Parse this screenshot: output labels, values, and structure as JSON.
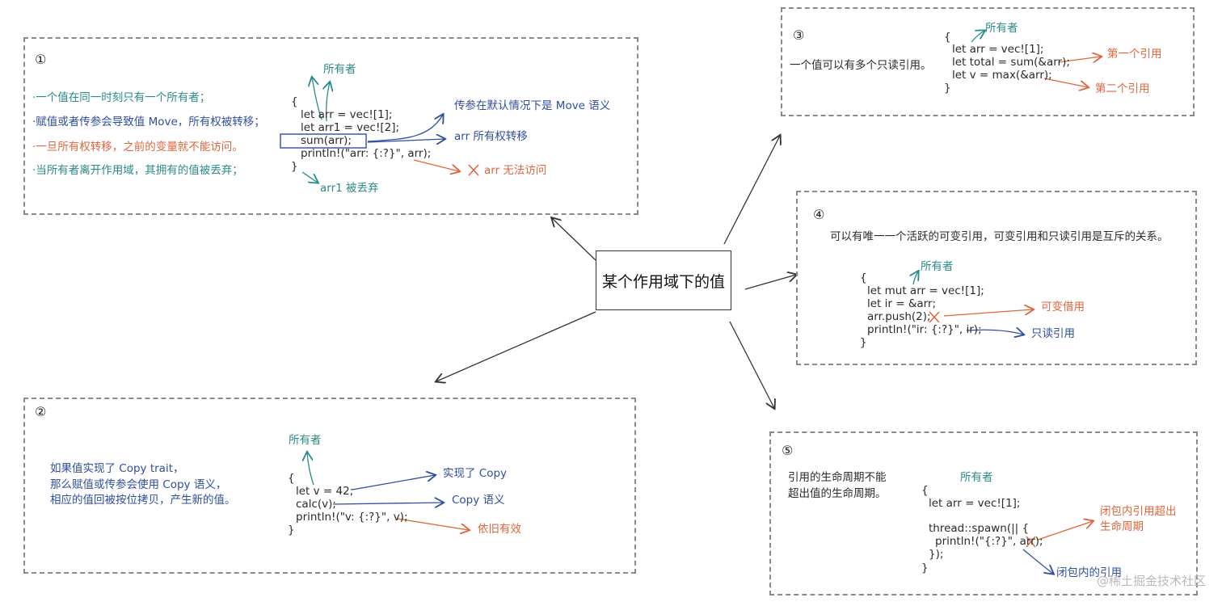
{
  "center": {
    "label": "某个作用域下的值"
  },
  "panel1": {
    "num": "①",
    "rules": [
      "·一个值在同一时刻只有一个所有者；",
      "·赋值或者传参会导致值 Move，所有权被转移；",
      "·一旦所有权转移，之前的变量就不能访问。",
      "·当所有者离开作用域，其拥有的值被丢弃；"
    ],
    "code": [
      "{",
      "let arr = vec![1];",
      "let arr1 = vec![2];",
      "sum(arr);",
      "println!(\"arr: {:?}\", arr);",
      "}"
    ],
    "owner": "所有者",
    "move_note": "传参在默认情况下是 Move 语义",
    "transfer_note": "arr 所有权转移",
    "inaccessible_note": "arr 无法访问",
    "dropped_note": "arr1 被丢弃"
  },
  "panel2": {
    "num": "②",
    "desc": [
      "如果值实现了 Copy trait，",
      "那么赋值或传参会使用 Copy 语义，",
      "相应的值回被按位拷贝，产生新的值。"
    ],
    "code": [
      "{",
      "let v = 42;",
      "calc(v);",
      "println!(\"v: {:?}\", v);",
      "}"
    ],
    "owner": "所有者",
    "impl_note": "实现了 Copy",
    "copy_note": "Copy 语义",
    "valid_note": "依旧有效"
  },
  "panel3": {
    "num": "③",
    "desc": "一个值可以有多个只读引用。",
    "code": [
      "{",
      "let arr = vec![1];",
      "let total = sum(&arr);",
      "let v = max(&arr);",
      "}"
    ],
    "owner": "所有者",
    "ref1": "第一个引用",
    "ref2": "第二个引用"
  },
  "panel4": {
    "num": "④",
    "desc": "可以有唯一一个活跃的可变引用，可变引用和只读引用是互斥的关系。",
    "code": [
      "{",
      "let mut arr = vec![1];",
      "let ir = &arr;",
      "arr.push(2);",
      "println!(\"ir: {:?}\", ir);",
      "}"
    ],
    "owner": "所有者",
    "mut_borrow": "可变借用",
    "readonly_ref": "只读引用"
  },
  "panel5": {
    "num": "⑤",
    "desc": [
      "引用的生命周期不能",
      "超出值的生命周期。"
    ],
    "code": [
      "{",
      "let arr = vec![1];",
      "thread::spawn(|| {",
      "println!(\"{:?}\", arr);",
      "});",
      "}"
    ],
    "owner": "所有者",
    "exceeds": [
      "闭包内引用超出",
      "生命周期"
    ],
    "closure_ref": "闭包内的引用"
  },
  "watermark": "@稀土掘金技术社区",
  "colors": {
    "teal": "#2a8a8a",
    "blue": "#2f4ea0",
    "orange": "#e0653c",
    "border": "#8a8a8a"
  }
}
